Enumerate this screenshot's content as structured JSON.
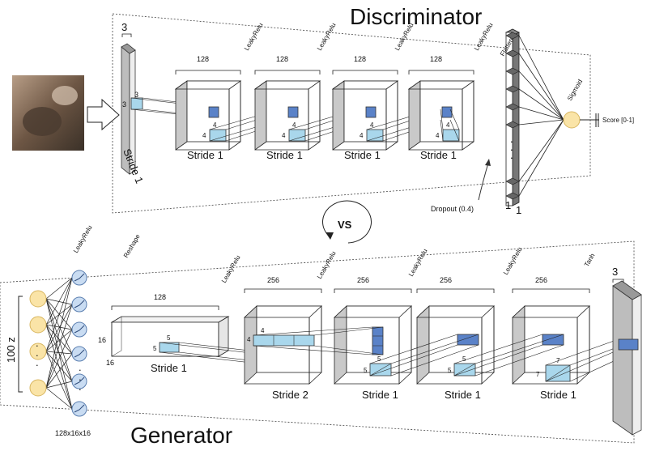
{
  "discriminator": {
    "title": "Discriminator",
    "input_channels": "3",
    "kernel_h": "3",
    "kernel_w": "3",
    "input_stride": "Stride 1",
    "filters": [
      "128",
      "128",
      "128",
      "128"
    ],
    "kernel_sizes": [
      "4",
      "4",
      "4",
      "4"
    ],
    "strides": [
      "Stride 1",
      "Stride 1",
      "Stride 1",
      "Stride 1"
    ],
    "activations": [
      "LeakyRelu",
      "LeakyRelu",
      "LeakyRelu",
      "LeakyRelu"
    ],
    "flatten_label": "Flatten",
    "sigmoid_label": "Sigmoid",
    "score_label": "Score [0-1]",
    "dropout_label": "Dropout (0.4)",
    "flatten_dims": [
      "1",
      "1"
    ]
  },
  "vs_label": "VS",
  "generator": {
    "title": "Generator",
    "latent_label": "100 z",
    "dense_label": "128x16x16",
    "activations": [
      "LeakyRelu",
      "Reshape",
      "LeakyRelu",
      "LeakyRelu",
      "LeakyRelu",
      "LeakyRelu",
      "Tanh"
    ],
    "reshape_channels": "128",
    "reshape_h": "16",
    "reshape_w": "16",
    "reshape_kernel": [
      "5",
      "5"
    ],
    "reshape_stride": "Stride 1",
    "filters": [
      "256",
      "256",
      "256",
      "256"
    ],
    "kernel_sizes": [
      "4",
      "5",
      "5",
      "7"
    ],
    "strides": [
      "Stride 2",
      "Stride 1",
      "Stride 1",
      "Stride 1"
    ],
    "output_channels": "3"
  }
}
